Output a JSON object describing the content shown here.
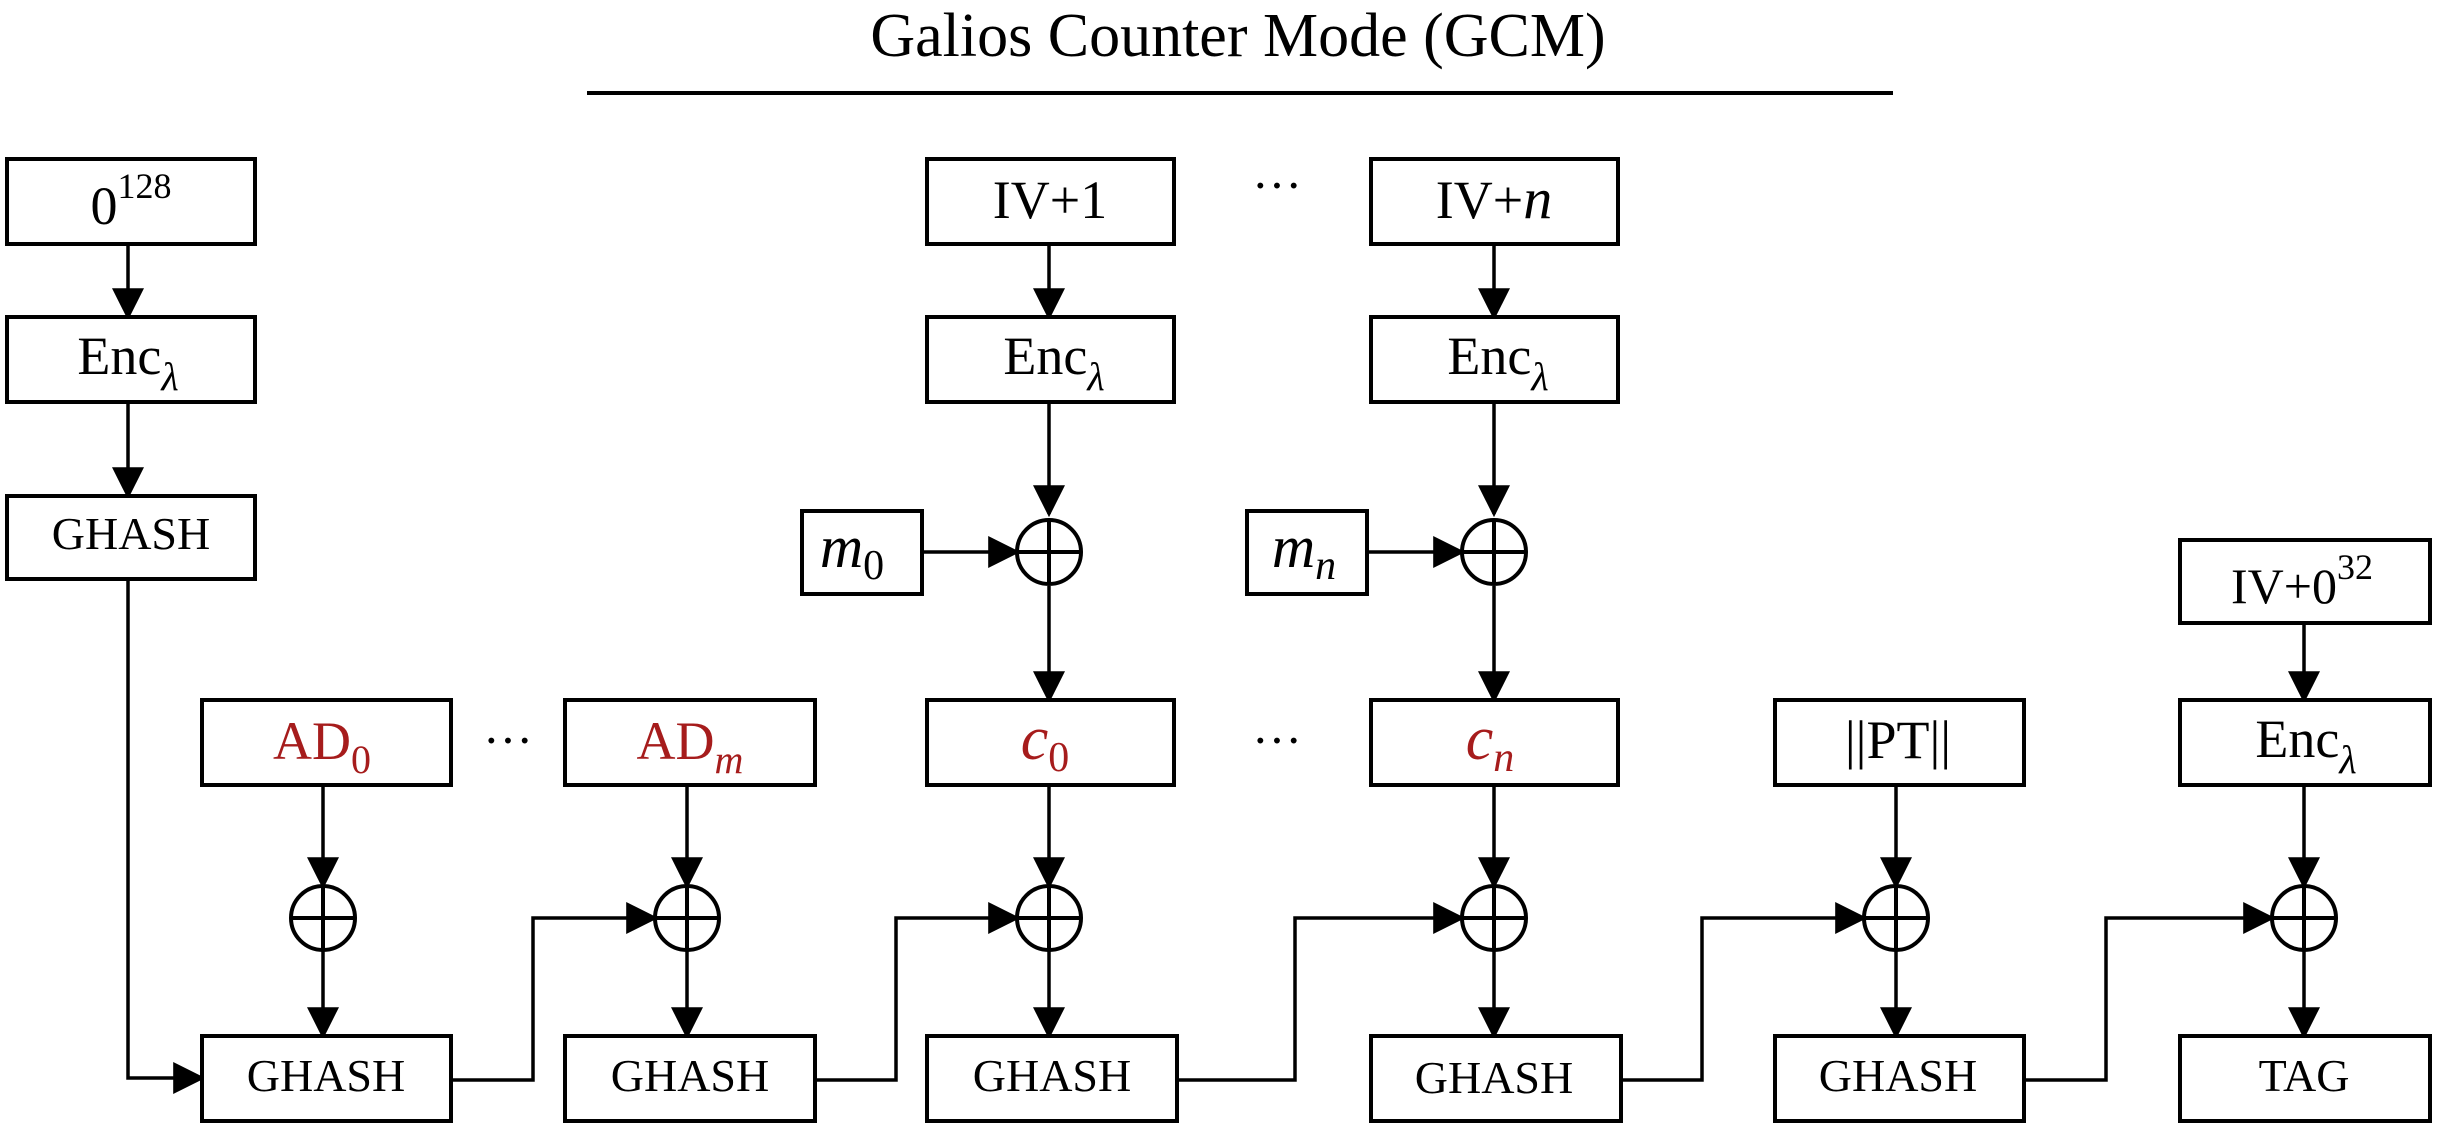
{
  "title": "Galios Counter Mode (GCM)",
  "colors": {
    "stroke": "#000000",
    "highlight": "#a61c1c",
    "background": "#ffffff"
  },
  "ellipsis": "···",
  "labels": {
    "zero128_base": "0",
    "zero128_sup": "128",
    "enc_base": "Enc",
    "enc_sub": "λ",
    "ghash": "GHASH",
    "iv1": "IV+1",
    "ivn_base": "IV+",
    "ivn_var": "n",
    "m_base": "m",
    "m0_sub": "0",
    "mn_sub": "n",
    "ad_base": "AD",
    "ad0_sub": "0",
    "adm_sub": "m",
    "c_base": "c",
    "c0_sub": "0",
    "cn_sub": "n",
    "pt_len": "||PT||",
    "iv_tag_base": "IV+0",
    "iv_tag_sup": "32",
    "tag": "TAG"
  }
}
